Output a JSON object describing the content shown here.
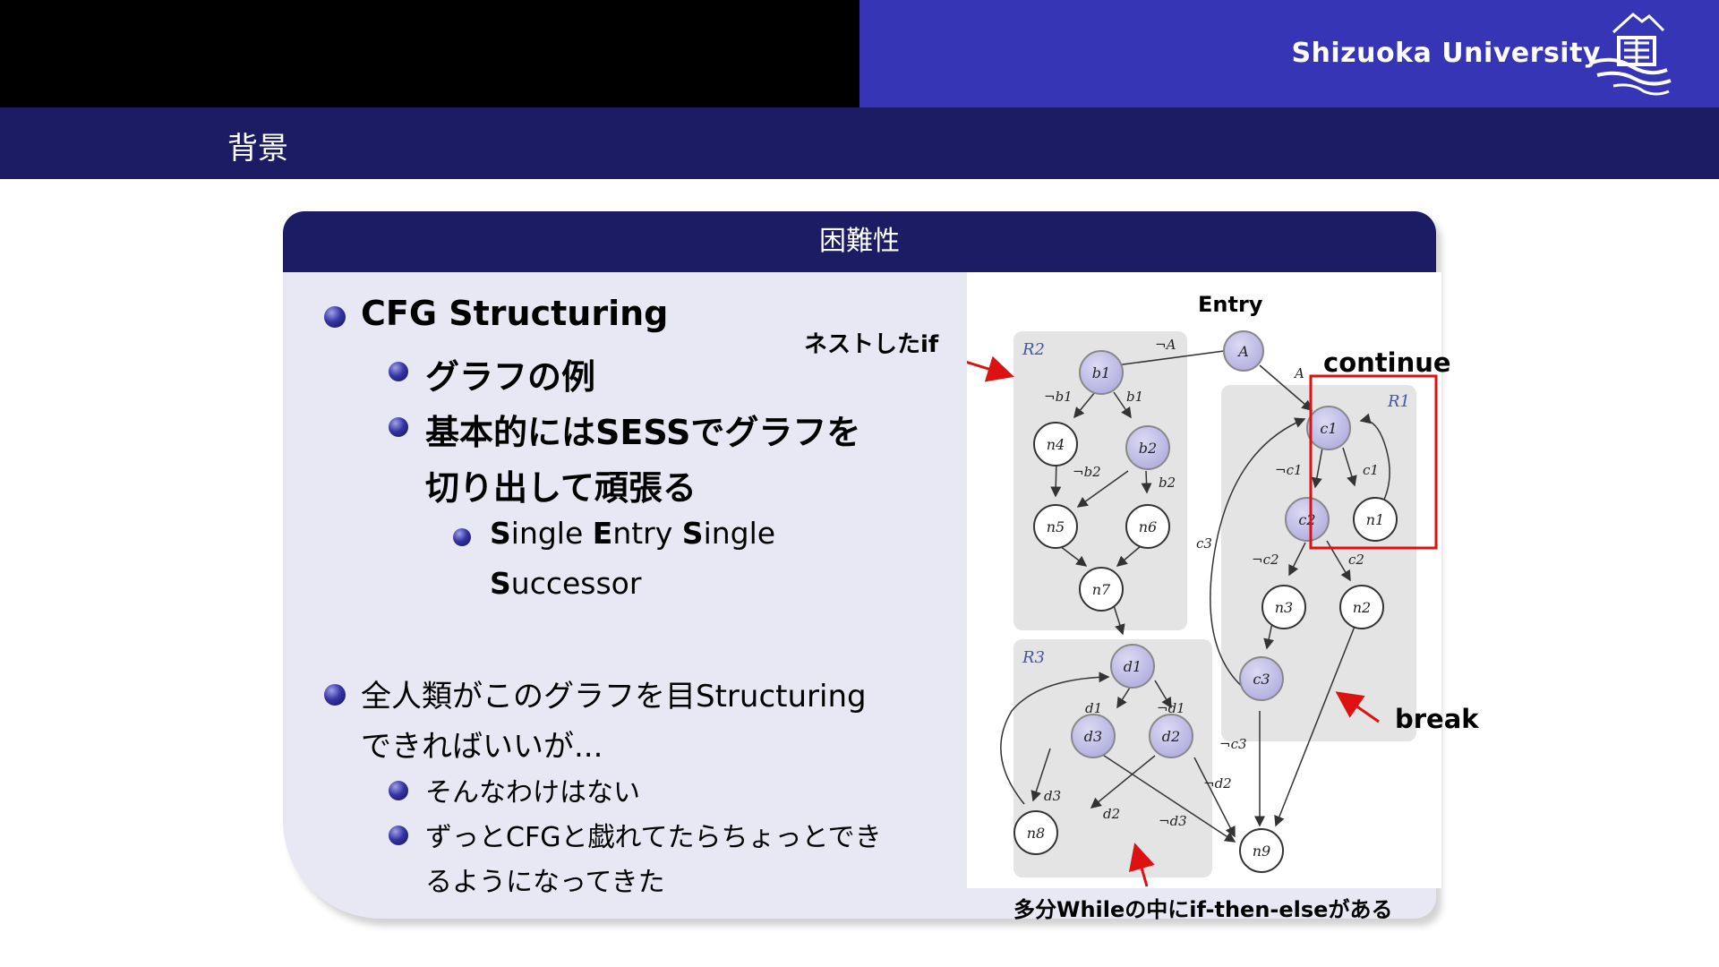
{
  "header": {
    "university": "Shizuoka University",
    "logo_icon": "shizuoka-university-emblem"
  },
  "frame": {
    "title": "背景"
  },
  "block": {
    "title": "困難性",
    "items": [
      {
        "text": "CFG Structuring"
      },
      {
        "text": "グラフの例"
      },
      {
        "text_line1": "基本的にはSESSでグラフを",
        "text_line2": "切り出して頑張る"
      },
      {
        "line1_prefix1": "S",
        "line1_rest1": "ingle ",
        "line1_prefix2": "E",
        "line1_rest2": "ntry ",
        "line1_prefix3": "S",
        "line1_rest3": "ingle",
        "line2_prefix": "S",
        "line2_rest": "uccessor"
      },
      {
        "text_line1": "全人類がこのグラフを目Structuring",
        "text_line2": "できればいいが..."
      },
      {
        "text": "そんなわけはない"
      },
      {
        "text_line1": "ずっとCFGと戯れてたらちょっとでき",
        "text_line2": "るようになってきた"
      }
    ]
  },
  "annotations": {
    "entry": "Entry",
    "nested_if": "ネストしたif",
    "continue": "continue",
    "break": "break",
    "while_note": "多分Whileの中にif-then-elseがある"
  },
  "graph": {
    "regions": [
      "R2",
      "R1",
      "R3"
    ],
    "nodes": [
      "A",
      "b1",
      "b2",
      "n4",
      "n5",
      "n6",
      "n7",
      "c1",
      "c2",
      "n1",
      "n2",
      "n3",
      "c3",
      "d1",
      "d2",
      "d3",
      "n8",
      "n9"
    ],
    "edge_labels": [
      "¬A",
      "A",
      "¬b1",
      "b1",
      "¬b2",
      "b2",
      "¬c1",
      "c1",
      "¬c2",
      "c2",
      "c3",
      "¬c3",
      "d1",
      "¬d1",
      "¬d2",
      "d2",
      "d3",
      "¬d3"
    ],
    "colors": {
      "filled_node": "#c4c0e8",
      "region_bg": "#e4e4e4",
      "highlight_box": "#dd1111",
      "arrow_red": "#dd1111"
    }
  }
}
